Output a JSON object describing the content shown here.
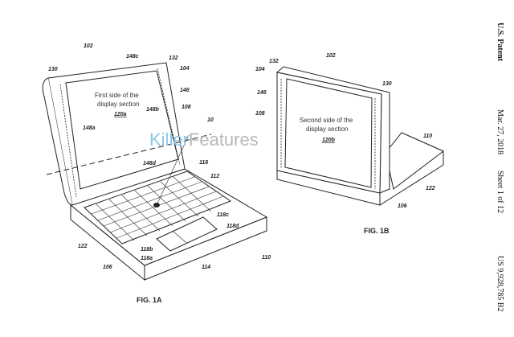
{
  "fig_1a": {
    "caption": "FIG. 1A",
    "screen_text_line1": "First side of the",
    "screen_text_line2": "display section",
    "screen_ref": "120a",
    "refs": {
      "r102": "102",
      "r148c": "148c",
      "r132": "132",
      "r130": "130",
      "r104": "104",
      "r146": "146",
      "r148b": "148b",
      "r108": "108",
      "r148a": "148a",
      "r10": "10",
      "r148d": "148d",
      "r116": "116",
      "r112": "112",
      "r118c": "118c",
      "r118d": "118d",
      "r122": "122",
      "r118b": "118b",
      "r118a": "118a",
      "r106": "106",
      "r114": "114",
      "r110": "110"
    }
  },
  "fig_1b": {
    "caption": "FIG. 1B",
    "screen_text_line1": "Second side of the",
    "screen_text_line2": "display section",
    "screen_ref": "120b",
    "refs": {
      "r102": "102",
      "r132": "132",
      "r104": "104",
      "r130": "130",
      "r146": "146",
      "r108": "108",
      "r110": "110",
      "r122": "122",
      "r106": "106"
    }
  },
  "watermark": {
    "part1": "Killer",
    "part2": "Features"
  },
  "sidebar": {
    "title": "U.S. Patent",
    "date": "Mar. 27, 2018",
    "sheet": "Sheet 1 of 12",
    "number": "US 9,928,785 B2"
  }
}
